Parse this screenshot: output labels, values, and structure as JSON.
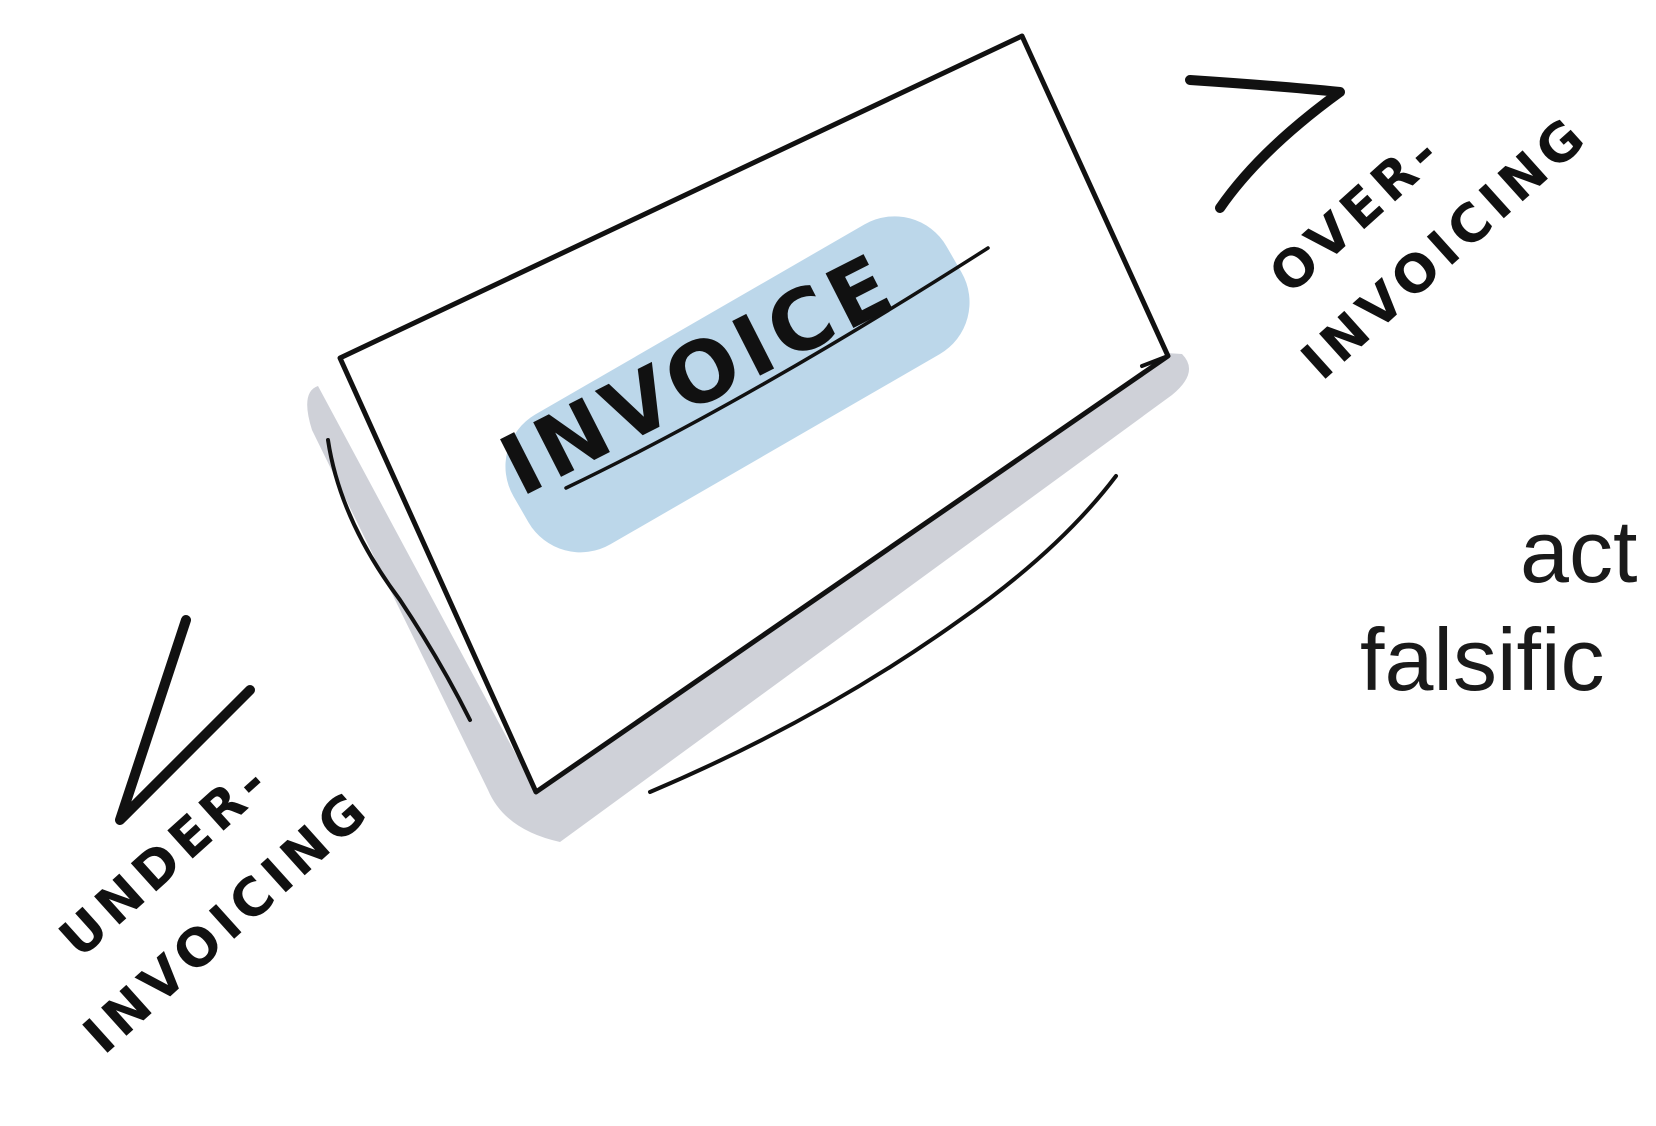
{
  "diagram": {
    "card_label": "INVOICE",
    "over_label_line1": "OVER-",
    "over_label_line2": "INVOICING",
    "under_label_line1": "UNDER-",
    "under_label_line2": "INVOICING",
    "caption_line1": "act",
    "caption_line2": "falsific"
  },
  "colors": {
    "ink": "#111111",
    "card_fill": "#ffffff",
    "card_shadow": "#cfd1d8",
    "label_highlight": "#bcd7ea",
    "background": "#ffffff"
  },
  "icons": {
    "greater_than": "greater-than-symbol-icon",
    "less_than": "less-than-symbol-icon"
  }
}
